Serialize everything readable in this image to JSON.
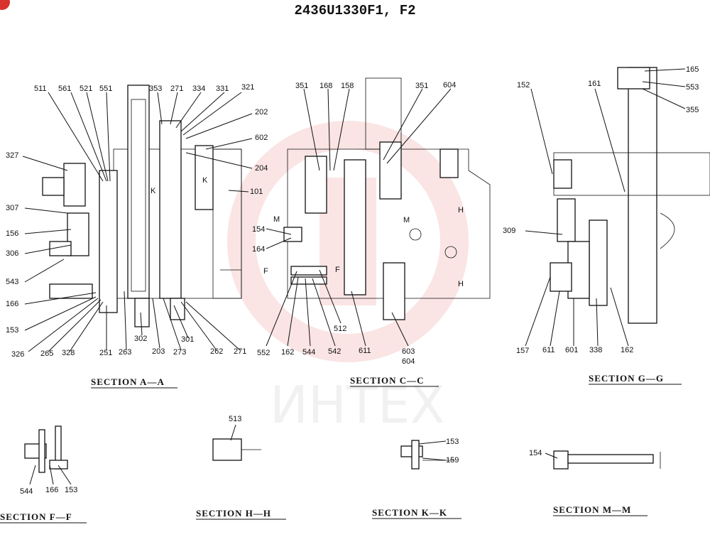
{
  "header": {
    "title": "2436U1330F1, F2"
  },
  "watermark": {
    "text": "ИНТЕХ",
    "color": "#f2b3b3"
  },
  "sections": {
    "aa": "SECTION  A—A",
    "cc": "SECTION  C—C",
    "gg": "SECTION  G—G",
    "ff": "SECTION  F—F",
    "hh": "SECTION  H—H",
    "kk": "SECTION  K—K",
    "mm": "SECTION  M—M"
  },
  "section_marks": {
    "k": "K",
    "m": "M",
    "f": "F",
    "h": "H"
  },
  "parts": {
    "p511": "511",
    "p561": "561",
    "p521": "521",
    "p551": "551",
    "p353": "353",
    "p271": "271",
    "p334": "334",
    "p331": "331",
    "p321": "321",
    "p202": "202",
    "p602": "602",
    "p204": "204",
    "p101": "101",
    "p327": "327",
    "p307": "307",
    "p156": "156",
    "p306": "306",
    "p543": "543",
    "p166": "166",
    "p153": "153",
    "p326": "326",
    "p265": "265",
    "p328": "328",
    "p251": "251",
    "p263": "263",
    "p302": "302",
    "p203": "203",
    "p273": "273",
    "p301": "301",
    "p262": "262",
    "p271b": "271",
    "p351a": "351",
    "p168": "168",
    "p158": "158",
    "p351b": "351",
    "p604": "604",
    "p154": "154",
    "p164": "164",
    "p552": "552",
    "p162": "162",
    "p544": "544",
    "p542": "542",
    "p512": "512",
    "p611": "611",
    "p603": "603",
    "p604b": "604",
    "p165": "165",
    "p553": "553",
    "p355": "355",
    "p152": "152",
    "p161": "161",
    "p309": "309",
    "p157": "157",
    "p611b": "611",
    "p601": "601",
    "p338": "338",
    "p162b": "162",
    "p544f": "544",
    "p166f": "166",
    "p153f": "153",
    "p513": "513",
    "p153k": "153",
    "p159": "159",
    "p154m": "154"
  }
}
